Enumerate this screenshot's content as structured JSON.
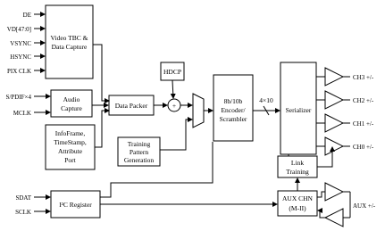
{
  "inputs": {
    "de": "DE",
    "vd": "VD[47:0]",
    "vsync": "VSYNC",
    "hsync": "HSYNC",
    "pixclk": "PIX CLK",
    "spdif": "S/PDIF×4",
    "mclk": "MCLK",
    "sdat": "SDAT",
    "sclk": "SCLK"
  },
  "blocks": {
    "video_tbc": [
      "Video TBC &",
      "Data Capture"
    ],
    "audio_capture": [
      "Audio",
      "Capture"
    ],
    "infoframe": [
      "InfoFrame,",
      "TimeStamp,",
      "Attribute",
      "Port"
    ],
    "i2c_register": "I²C Register",
    "data_packer": "Data Packer",
    "hdcp": "HDCP",
    "adder": "+",
    "training_pattern": [
      "Training",
      "Pattern",
      "Generation"
    ],
    "encoder": [
      "8b/10b",
      "Encoder/",
      "Scrambler"
    ],
    "bus_width": "4×10",
    "serializer": "Serializer",
    "link_training": [
      "Link",
      "Training"
    ],
    "aux_chn": [
      "AUX CHN",
      "(M-II)"
    ]
  },
  "outputs": {
    "ch3": "CH3 +/-",
    "ch2": "CH2 +/-",
    "ch1": "CH1 +/-",
    "ch0": "CH0 +/-",
    "aux": "AUX +/-"
  }
}
